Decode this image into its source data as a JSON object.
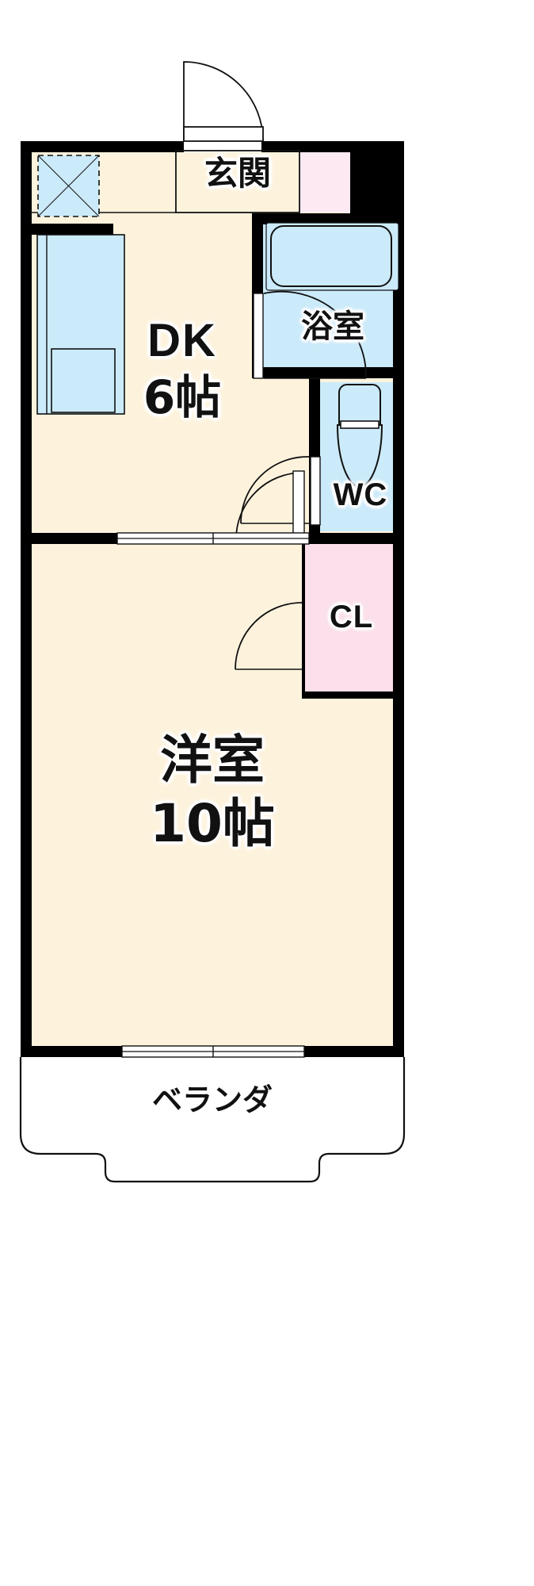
{
  "plan": {
    "kind": "japanese-apartment-floorplan",
    "layout_code": "1DK",
    "colors": {
      "wall": "#000000",
      "floor": "#fdf3dd",
      "water_fixture": "#cbeafa",
      "closet": "#fbdfea",
      "entrance_shoe_box": "#fce9f1",
      "outline": "#111111",
      "background": "#ffffff"
    },
    "rooms": [
      {
        "id": "genkan",
        "label": "玄関",
        "area": "",
        "type": "entrance"
      },
      {
        "id": "dk",
        "label": "DK",
        "area": "6帖",
        "type": "dining-kitchen"
      },
      {
        "id": "bath",
        "label": "浴室",
        "area": "",
        "type": "bathroom"
      },
      {
        "id": "wc",
        "label": "WC",
        "area": "",
        "type": "toilet"
      },
      {
        "id": "closet",
        "label": "CL",
        "area": "",
        "type": "closet"
      },
      {
        "id": "washitsu",
        "label": "洋室",
        "area": "10帖",
        "type": "western-room"
      },
      {
        "id": "veranda",
        "label": "ベランダ",
        "area": "",
        "type": "balcony"
      }
    ],
    "labels": {
      "genkan": "玄関",
      "dk_name": "DK",
      "dk_area": "6帖",
      "bath": "浴室",
      "wc": "WC",
      "closet": "CL",
      "room_name": "洋室",
      "room_area": "10帖",
      "veranda": "ベランダ"
    },
    "fixtures": [
      {
        "id": "kitchen-sink-counter",
        "room": "dk",
        "name": "sink-counter-icon"
      },
      {
        "id": "ventilation-hatch",
        "room": "dk",
        "name": "crossed-square-icon"
      },
      {
        "id": "bathtub",
        "room": "bath",
        "name": "bathtub-icon"
      },
      {
        "id": "toilet",
        "room": "wc",
        "name": "toilet-icon"
      },
      {
        "id": "entrance-door",
        "room": "genkan",
        "name": "swing-door-icon"
      },
      {
        "id": "bath-door",
        "room": "bath",
        "name": "swing-door-icon"
      },
      {
        "id": "wc-door",
        "room": "wc",
        "name": "swing-door-icon"
      },
      {
        "id": "dk-room-door",
        "room": "dk",
        "name": "swing-door-icon"
      },
      {
        "id": "closet-door",
        "room": "closet",
        "name": "swing-door-icon"
      },
      {
        "id": "veranda-window",
        "room": "washitsu",
        "name": "sliding-window-icon"
      },
      {
        "id": "dk-window",
        "room": "dk",
        "name": "sliding-window-icon"
      }
    ]
  }
}
